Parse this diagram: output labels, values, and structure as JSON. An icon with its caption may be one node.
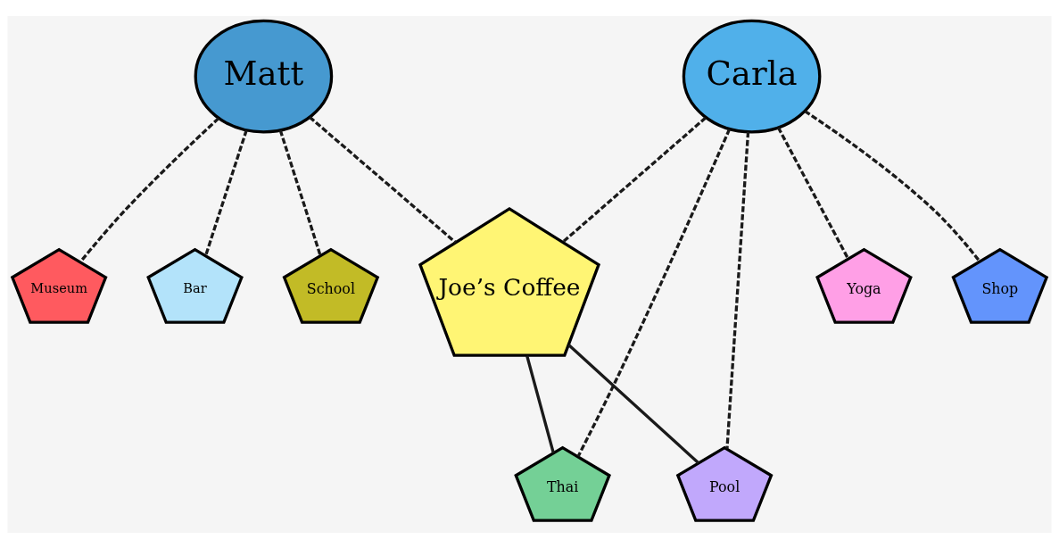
{
  "diagram": {
    "nodes": [
      {
        "text": [
          "Matt"
        ]
      },
      {
        "text": [
          "Carla"
        ]
      },
      {
        "text": [
          "Museum"
        ]
      },
      {
        "text": [
          "Bar"
        ]
      },
      {
        "text": [
          "School"
        ]
      },
      {
        "text": [
          "Joe’s Coffee"
        ]
      },
      {
        "text": [
          "Thai"
        ]
      },
      {
        "text": [
          "Pool"
        ]
      },
      {
        "text": [
          "Yoga"
        ]
      },
      {
        "text": [
          "Shop"
        ]
      }
    ],
    "edges": [
      {
        "from": 0,
        "to": 2,
        "arrow": "none",
        "style": "dashed"
      },
      {
        "from": 0,
        "to": 3,
        "arrow": "none",
        "style": "dashed"
      },
      {
        "from": 0,
        "to": 4,
        "arrow": "none",
        "style": "dashed"
      },
      {
        "from": 0,
        "to": 5,
        "arrow": "none",
        "style": "dashed"
      },
      {
        "from": 1,
        "to": 5,
        "arrow": "none",
        "style": "dashed"
      },
      {
        "from": 1,
        "to": 6,
        "arrow": "none",
        "style": "dashed"
      },
      {
        "from": 1,
        "to": 7,
        "arrow": "none",
        "style": "dashed"
      },
      {
        "from": 1,
        "to": 8,
        "arrow": "none",
        "style": "dashed"
      },
      {
        "from": 1,
        "to": 9,
        "arrow": "none",
        "style": "dashed"
      },
      {
        "from": 5,
        "to": 6,
        "arrow": "none"
      },
      {
        "from": 5,
        "to": 7,
        "arrow": "none"
      }
    ]
  }
}
